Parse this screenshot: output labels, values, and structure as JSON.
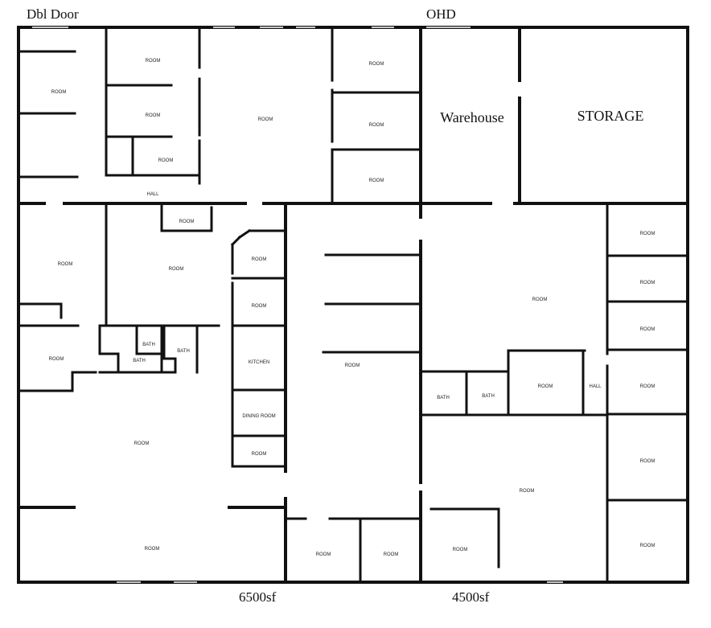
{
  "annotations": {
    "top_left": "Dbl Door",
    "top_right": "OHD",
    "bottom_left_area": "6500sf",
    "bottom_right_area": "4500sf"
  },
  "rooms": {
    "room": "ROOM",
    "hall": "HALL",
    "bath": "BATH",
    "kitchen": "KITCHEN",
    "dining_room": "DINING ROOM",
    "warehouse": "Warehouse",
    "storage": "STORAGE"
  }
}
